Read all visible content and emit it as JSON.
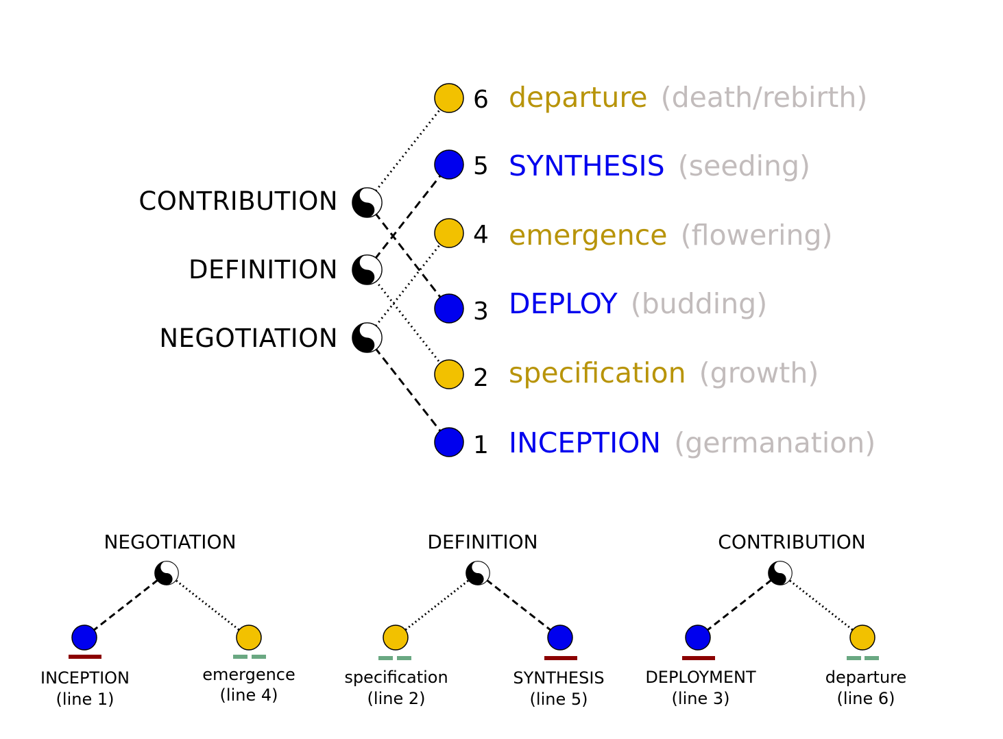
{
  "colors": {
    "yang": "#0000ee",
    "yin": "#f2c100",
    "yang_text": "#0000ee",
    "yin_text": "#b8940a",
    "qualifier_text": "#c2bcbc",
    "yang_bar": "#8b0000",
    "yin_bar": "#6aa882"
  },
  "lines": [
    {
      "number": "6",
      "name": "departure",
      "qualifier": "(death/rebirth)",
      "polarity": "yin"
    },
    {
      "number": "5",
      "name": "SYNTHESIS",
      "qualifier": "(seeding)",
      "polarity": "yang"
    },
    {
      "number": "4",
      "name": "emergence",
      "qualifier": "(flowering)",
      "polarity": "yin"
    },
    {
      "number": "3",
      "name": "DEPLOY",
      "qualifier": "(budding)",
      "polarity": "yang"
    },
    {
      "number": "2",
      "name": "specification",
      "qualifier": "(growth)",
      "polarity": "yin"
    },
    {
      "number": "1",
      "name": "INCEPTION",
      "qualifier": "(germanation)",
      "polarity": "yang"
    }
  ],
  "pairs": [
    {
      "label": "CONTRIBUTION",
      "icon": "yin-yang-icon",
      "links": [
        "3",
        "6"
      ]
    },
    {
      "label": "DEFINITION",
      "icon": "yin-yang-icon",
      "links": [
        "2",
        "5"
      ]
    },
    {
      "label": "NEGOTIATION",
      "icon": "yin-yang-icon",
      "links": [
        "1",
        "4"
      ]
    }
  ],
  "subdiagrams": [
    {
      "title": "NEGOTIATION",
      "left": {
        "name": "INCEPTION",
        "line": "(line 1)",
        "polarity": "yang"
      },
      "right": {
        "name": "emergence",
        "line": "(line 4)",
        "polarity": "yin"
      }
    },
    {
      "title": "DEFINITION",
      "left": {
        "name": "specification",
        "line": "(line 2)",
        "polarity": "yin"
      },
      "right": {
        "name": "SYNTHESIS",
        "line": "(line 5)",
        "polarity": "yang"
      }
    },
    {
      "title": "CONTRIBUTION",
      "left": {
        "name": "DEPLOYMENT",
        "line": "(line 3)",
        "polarity": "yang"
      },
      "right": {
        "name": "departure",
        "line": "(line 6)",
        "polarity": "yin"
      }
    }
  ]
}
